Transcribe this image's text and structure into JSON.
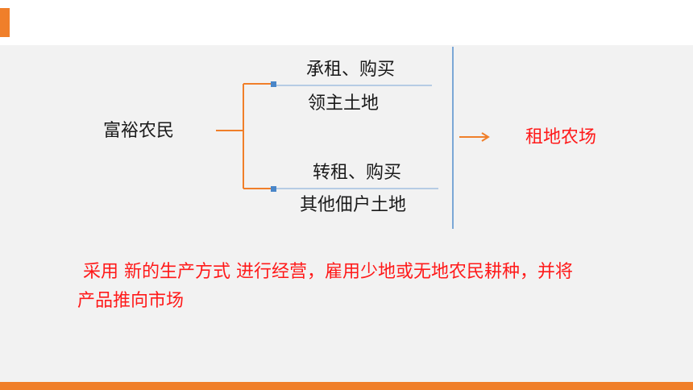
{
  "colors": {
    "accent": "#f07f2a",
    "highlight": "#ff1a1a",
    "background": "#f2f2f2",
    "divider": "#7ba7d6"
  },
  "diagram": {
    "root": "富裕农民",
    "branch_top": {
      "above": "承租、购买",
      "below": "领主土地"
    },
    "branch_bottom": {
      "above": "转租、购买",
      "below": "其他佃户土地"
    },
    "result": "租地农场"
  },
  "description": " 采用 新的生产方式 进行经营，雇用少地或无地农民耕种，并将\n产品推向市场"
}
